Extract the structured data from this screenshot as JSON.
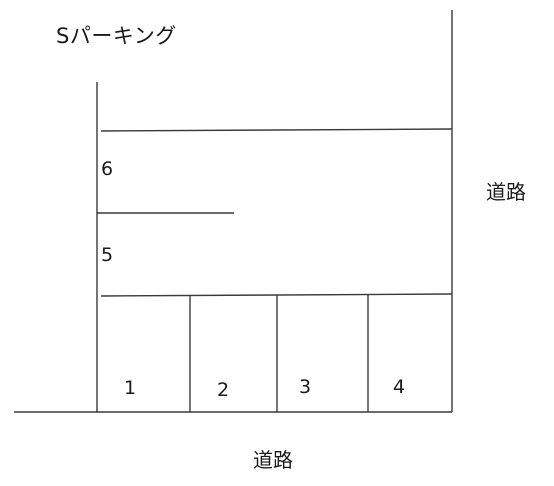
{
  "title": "Sパーキング",
  "roads": {
    "right": "道路",
    "bottom": "道路"
  },
  "spaces": {
    "s1": "1",
    "s2": "2",
    "s3": "3",
    "s4": "4",
    "s5": "5",
    "s6": "6"
  }
}
